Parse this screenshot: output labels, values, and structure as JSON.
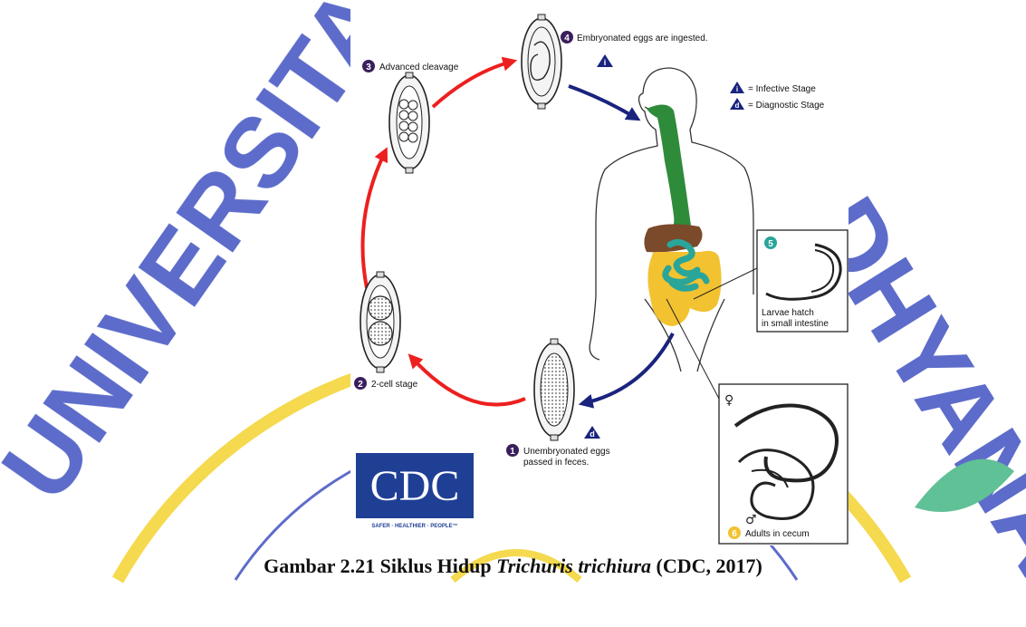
{
  "watermark": {
    "text_left": "UNIVERSITA",
    "text_right": "DHYANA",
    "colors": {
      "gold": "#f4d53a",
      "blue": "#4b5cc4",
      "green": "#4fb98b"
    }
  },
  "diagram": {
    "stages": {
      "s1": {
        "number": "1",
        "line1": "Unembryonated eggs",
        "line2": "passed in feces."
      },
      "s2": {
        "number": "2",
        "text": "2-cell stage"
      },
      "s3": {
        "number": "3",
        "text": "Advanced cleavage"
      },
      "s4": {
        "number": "4",
        "text": "Embryonated eggs are ingested."
      },
      "s5": {
        "number": "5",
        "line1": "Larvae hatch",
        "line2": "in small intestine"
      },
      "s6": {
        "number": "6",
        "text": "Adults in cecum"
      }
    },
    "legend": {
      "infective_letter": "i",
      "infective_text": "= Infective Stage",
      "diagnostic_letter": "d",
      "diagnostic_text": "= Diagnostic Stage"
    },
    "markers": {
      "i": "i",
      "d": "d"
    },
    "symbols": {
      "female": "♀",
      "male": "♂"
    },
    "logo": {
      "text": "CDC",
      "tagline": "SAFER · HEALTHIER · PEOPLE™"
    },
    "colors": {
      "red_arrow": "#ee1f1f",
      "blue_arrow": "#1a237e",
      "stage_circle": "#3a1f5c",
      "esophagus": "#2e8b3a",
      "liver": "#7a4a2a",
      "small_intestine": "#2aa59a",
      "large_intestine": "#f2c230",
      "logo_blue": "#1f3f95"
    }
  },
  "caption": {
    "prefix": "Gambar 2.21 Siklus Hidup ",
    "italic": "Trichuris trichiura",
    "suffix": " (CDC, 2017)"
  }
}
